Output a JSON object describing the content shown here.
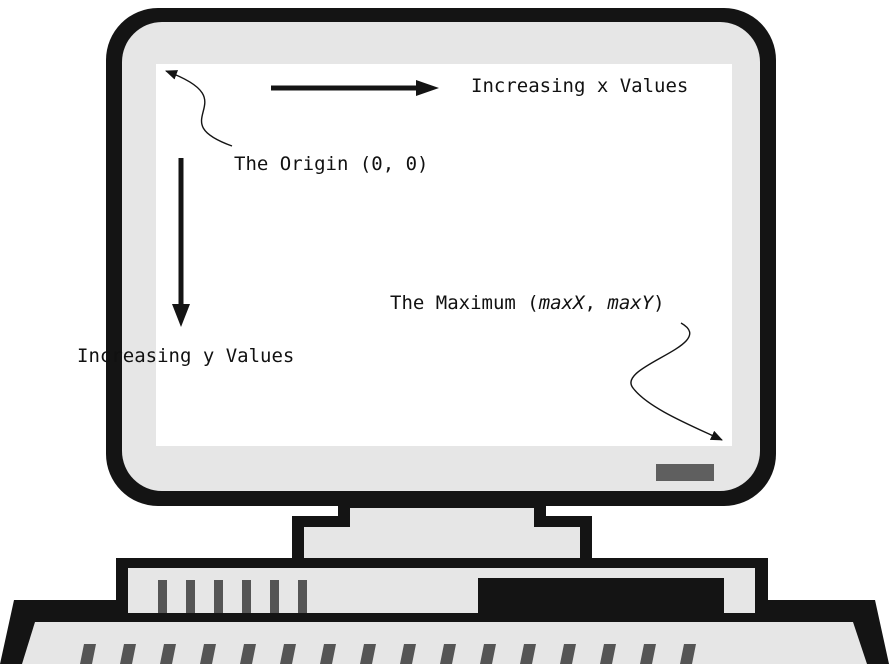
{
  "labels": {
    "increasing_x": "Increasing x Values",
    "origin": "The Origin (0, 0)",
    "increasing_y": "Increasing y Values",
    "maximum": {
      "prefix": "The Maximum (",
      "max_x": "maxX",
      "separator": ", ",
      "max_y": "maxY",
      "suffix": ")"
    }
  },
  "colors": {
    "outline": "#141414",
    "bezel": "#e6e6e6",
    "screen": "#ffffff",
    "indicator": "#5f5f5f",
    "drive_slot": "#141414",
    "vents": "#555555"
  },
  "icons": {
    "monitor": "monitor-icon",
    "computer_base": "desktop-case-icon",
    "keyboard": "keyboard-icon"
  }
}
